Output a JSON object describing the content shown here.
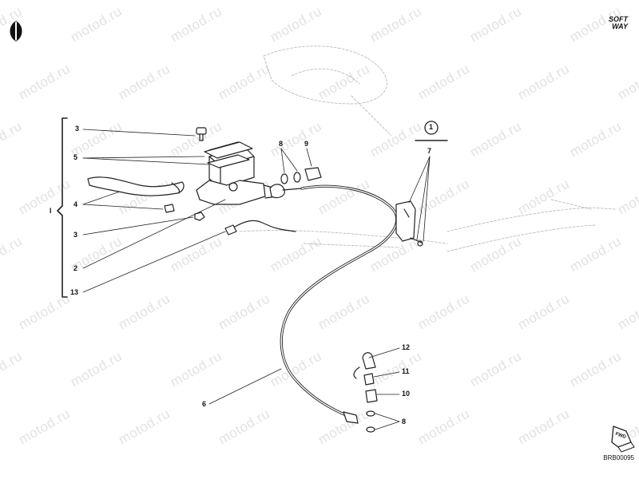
{
  "watermark": "motod.ru",
  "brand": {
    "line1": "SOFT",
    "line2": "WAY"
  },
  "reference_code": "BRB00095",
  "group_marker": "I",
  "circled_ref": "1",
  "fwd_label": "FWD",
  "callouts": {
    "c3a": "3",
    "c5": "5",
    "c4": "4",
    "c3b": "3",
    "c2": "2",
    "c13": "13",
    "c8a": "8",
    "c9": "9",
    "c7": "7",
    "c12": "12",
    "c11": "11",
    "c10": "10",
    "c8b": "8",
    "c6": "6"
  }
}
